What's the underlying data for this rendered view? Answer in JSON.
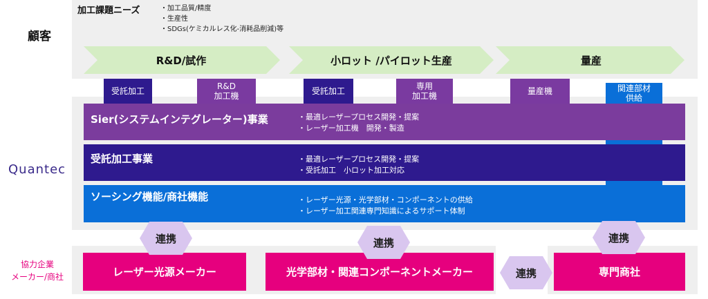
{
  "customer_label": "顧客",
  "quantec_label": "Quantec",
  "partner_label": [
    "協力企業",
    "メーカー/商社"
  ],
  "needs": {
    "title": "加工課題ニーズ",
    "items": [
      "・加工品質/精度",
      "・生産性",
      "・SDGs(ケミカルレス化-消耗品削減)等"
    ]
  },
  "stages": [
    "R&D/試作",
    "小ロット /パイロット生産",
    "量産"
  ],
  "tabs": [
    {
      "lines": [
        "受託加工"
      ],
      "color": "#2e1a8e"
    },
    {
      "lines": [
        "R&D",
        "加工機"
      ],
      "color": "#7a3aa0"
    },
    {
      "lines": [
        "受託加工"
      ],
      "color": "#2e1a8e"
    },
    {
      "lines": [
        "専用",
        "加工機"
      ],
      "color": "#7a3aa0"
    },
    {
      "lines": [
        "量産機"
      ],
      "color": "#7a3aa0"
    },
    {
      "lines": [
        "関連部材",
        "供給"
      ],
      "color": "#0a6fd8"
    }
  ],
  "businesses": [
    {
      "title": "Sier(システムインテグレーター)事業",
      "items": [
        "・最適レーザープロセス開発・提案",
        "・レーザー加工機　開発・製造"
      ],
      "color": "#7b3c9d"
    },
    {
      "title": "受託加工事業",
      "items": [
        "・最適レーザープロセス開発・提案",
        "・受託加工　小ロット加工対応"
      ],
      "color": "#2e1a8e"
    },
    {
      "title": "ソーシング機能/商社機能",
      "items": [
        "・レーザー光源・光学部材・コンポーネントの供給",
        "・レーザー加工関連専門知識によるサポート体制"
      ],
      "color": "#0a6fd8"
    }
  ],
  "collab_label": "連携",
  "partners": [
    "レーザー光源メーカー",
    "光学部材・関連コンポーネントメーカー",
    "専門商社"
  ],
  "colors": {
    "chevron": "#d5edc4",
    "hex": "#d9c6ef",
    "pink": "#e6007e"
  }
}
